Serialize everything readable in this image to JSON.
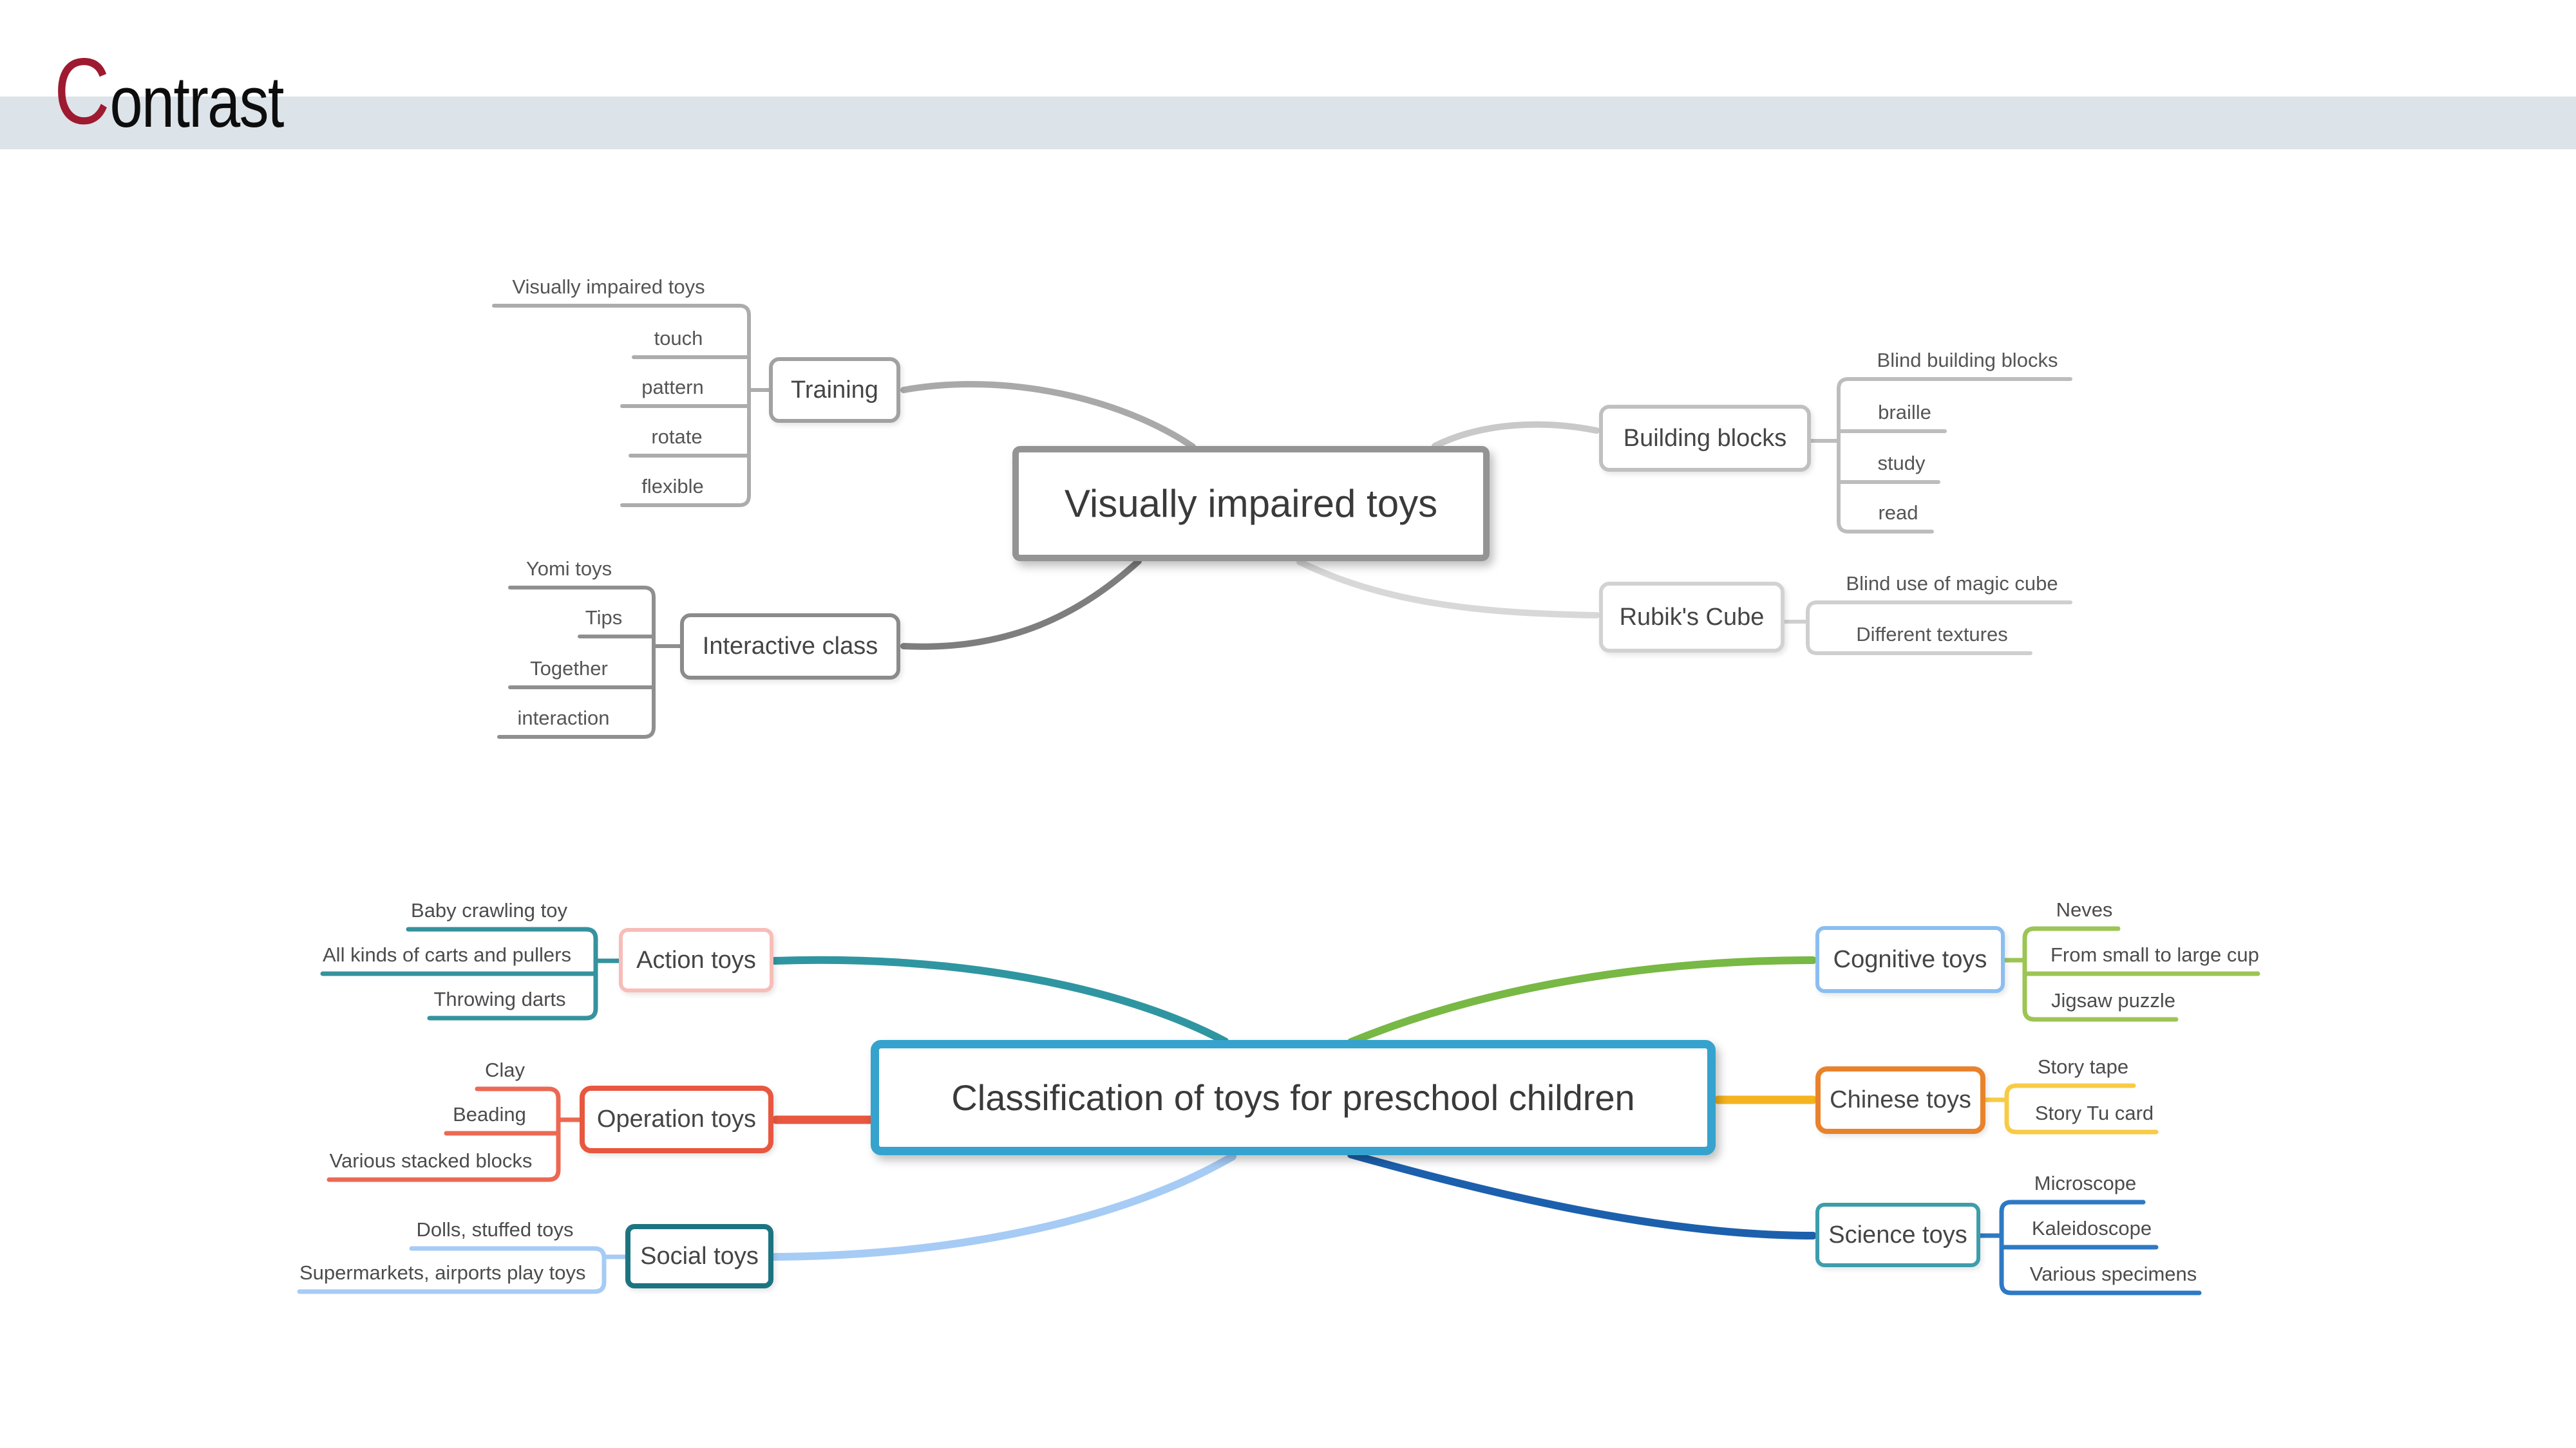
{
  "header": {
    "title_cap": "C",
    "title_rest": "ontrast",
    "cap_color": "#9e1a31",
    "band_color": "#dce3e9"
  },
  "map_top": {
    "center": {
      "label": "Visually impaired toys",
      "border_color": "#949494"
    },
    "branches": [
      {
        "label": "Training",
        "box_border": "#a1a1a1",
        "line_color": "#a9a9a9",
        "leaf_line_color": "#acacac",
        "children": [
          "Visually impaired toys",
          "touch",
          "pattern",
          "rotate",
          "flexible"
        ]
      },
      {
        "label": "Interactive class",
        "box_border": "#8b8b8b",
        "line_color": "#7e7e7e",
        "leaf_line_color": "#8f8f8f",
        "children": [
          "Yomi toys",
          "Tips",
          "Together",
          "interaction"
        ]
      },
      {
        "label": "Building blocks",
        "box_border": "#c0c0c0",
        "line_color": "#c9c9c9",
        "leaf_line_color": "#bdbdbd",
        "children": [
          "Blind building blocks",
          "braille",
          "study",
          "read"
        ]
      },
      {
        "label": "Rubik's Cube",
        "box_border": "#d2d2d2",
        "line_color": "#d8d8d8",
        "leaf_line_color": "#cfcfcf",
        "children": [
          "Blind use of magic cube",
          "Different textures"
        ]
      }
    ]
  },
  "map_bottom": {
    "center": {
      "label": "Classification of toys for preschool children",
      "border_color": "#35a3cd"
    },
    "branches": [
      {
        "label": "Action toys",
        "box_border": "#f8bdb8",
        "line_color": "#2f96a1",
        "leaf_line_color": "#35929e",
        "children": [
          "Baby crawling toy",
          "All kinds of carts and pullers",
          "Throwing darts"
        ]
      },
      {
        "label": "Operation toys",
        "box_border": "#e8573f",
        "line_color": "#e8573f",
        "leaf_line_color": "#ec6853",
        "children": [
          "Clay",
          "Beading",
          "Various stacked blocks"
        ]
      },
      {
        "label": "Social toys",
        "box_border": "#1d7481",
        "line_color": "#a6cbf5",
        "leaf_line_color": "#a6cbf5",
        "children": [
          "Dolls, stuffed toys",
          "Supermarkets, airports play toys"
        ]
      },
      {
        "label": "Cognitive toys",
        "box_border": "#8abef0",
        "line_color": "#78b845",
        "leaf_line_color": "#9cc553",
        "children": [
          "Neves",
          "From small to large cup",
          "Jigsaw puzzle"
        ]
      },
      {
        "label": "Chinese toys",
        "box_border": "#e8832c",
        "line_color": "#f5b31f",
        "leaf_line_color": "#f8cb46",
        "children": [
          "Story tape",
          "Story Tu card"
        ]
      },
      {
        "label": "Science toys",
        "box_border": "#3d9dab",
        "line_color": "#1c60ad",
        "leaf_line_color": "#2e79c4",
        "children": [
          "Microscope",
          "Kaleidoscope",
          "Various specimens"
        ]
      }
    ]
  }
}
